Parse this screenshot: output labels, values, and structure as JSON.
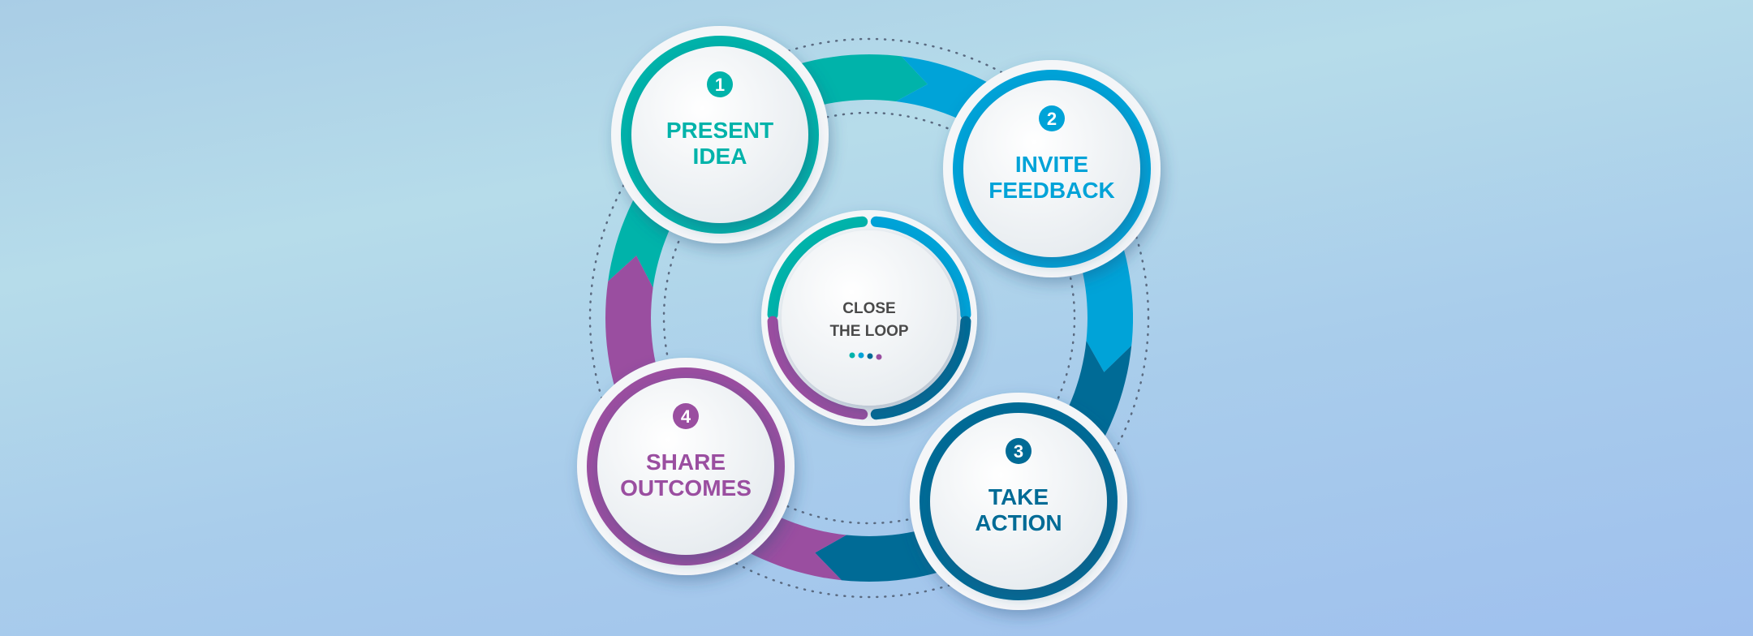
{
  "center": {
    "line1": "CLOSE",
    "line2": "THE LOOP"
  },
  "steps": [
    {
      "number": "1",
      "line1": "PRESENT",
      "line2": "IDEA",
      "color": "#00b3aa"
    },
    {
      "number": "2",
      "line1": "INVITE",
      "line2": "FEEDBACK",
      "color": "#00a3d8"
    },
    {
      "number": "3",
      "line1": "TAKE",
      "line2": "ACTION",
      "color": "#006b96"
    },
    {
      "number": "4",
      "line1": "SHARE",
      "line2": "OUTCOMES",
      "color": "#9a4ea0"
    }
  ],
  "center_text_color": "#4a4a4a"
}
